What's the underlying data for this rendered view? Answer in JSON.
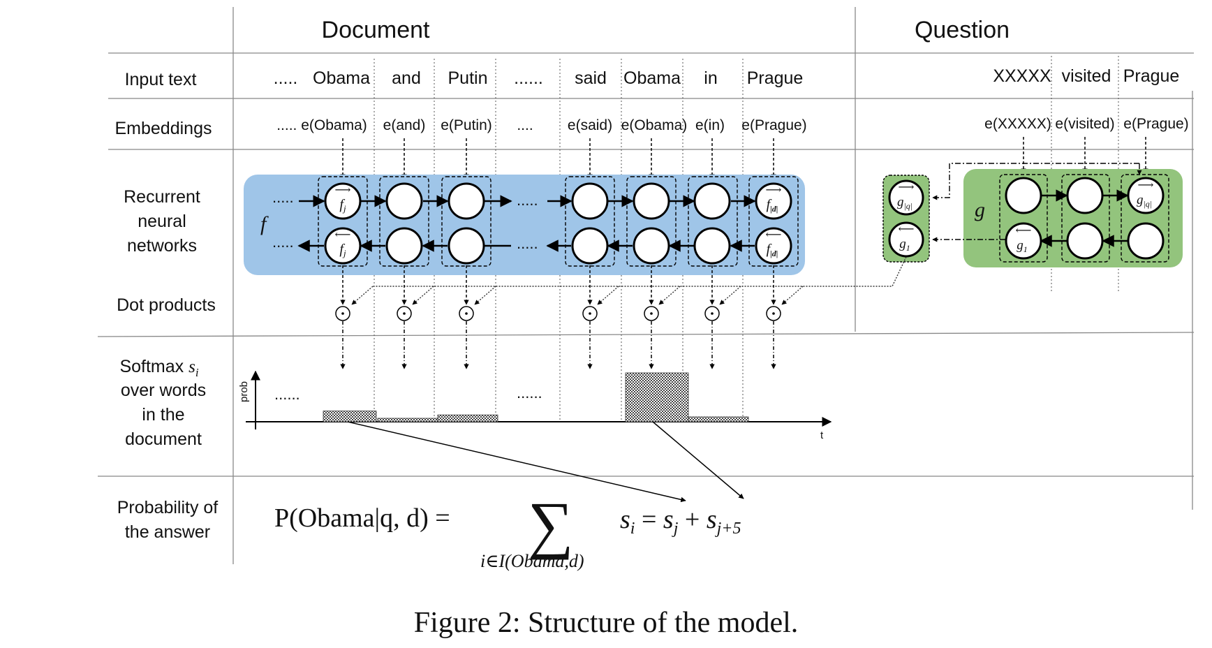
{
  "headers": {
    "document": "Document",
    "question": "Question"
  },
  "row_labels": {
    "input_text": "Input text",
    "embeddings": "Embeddings",
    "rnn": [
      "Recurrent",
      "neural",
      "networks"
    ],
    "dot_products": "Dot products",
    "softmax": [
      "Softmax",
      "over words",
      "in the",
      "document"
    ],
    "probability": [
      "Probability of",
      "the answer"
    ]
  },
  "document": {
    "tokens": [
      ".....",
      "Obama",
      "and",
      "Putin",
      "......",
      "said",
      "Obama",
      "in",
      "Prague"
    ],
    "embeddings": [
      "..... e(Obama)",
      "e(and)",
      "e(Putin)",
      "....",
      "e(said)",
      "e(Obama)",
      "e(in)",
      "e(Prague)"
    ],
    "rnn_label": "f",
    "ellipsis": "....."
  },
  "question": {
    "tokens": [
      "XXXXX",
      "visited",
      "Prague"
    ],
    "embeddings": [
      "e(XXXXX)",
      "e(visited)",
      "e(Prague)"
    ],
    "rnn_label": "g"
  },
  "softmax_axes": {
    "ylabel": "prob",
    "xlabel": "t",
    "ellipsis": "......"
  },
  "softmax_bars": [
    {
      "word": "Obama",
      "value": 0.22
    },
    {
      "word": "and",
      "value": 0.06
    },
    {
      "word": "Putin",
      "value": 0.14
    },
    {
      "word": "Obama",
      "value": 1.0
    },
    {
      "word": "in",
      "value": 0.1
    }
  ],
  "formula": {
    "lhs": "P(Obama|q, d) =",
    "sum": "∑",
    "sub": "i∈I(Obama,d)",
    "rhs": "s_i = s_j + s_(j+5)"
  },
  "caption": "Figure 2: Structure of the model.",
  "colors": {
    "doc_rnn": "#9fc5e8",
    "question_rnn": "#93c47d",
    "line": "#000000"
  }
}
